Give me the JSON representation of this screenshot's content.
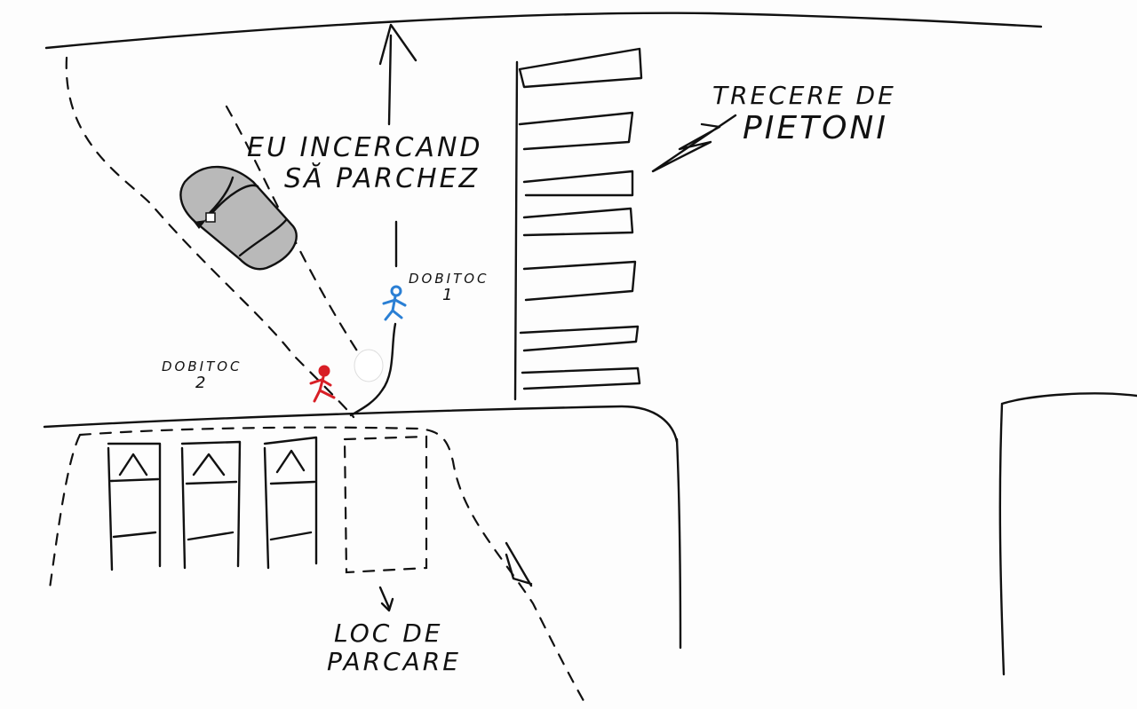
{
  "labels": {
    "me_line1": "EU INCERCAND",
    "me_line2": "SĂ PARCHEZ",
    "crosswalk_line1": "TRECERE DE",
    "crosswalk_line2": "PIETONI",
    "idiot1_line1": "DOBITOC",
    "idiot1_line2": "1",
    "idiot2_line1": "DOBITOC",
    "idiot2_line2": "2",
    "parking_line1": "LOC DE",
    "parking_line2": "PARCARE"
  },
  "colors": {
    "ink": "#111111",
    "car_fill": "#b9b9b9",
    "pedestrian_1": "#2a7fd4",
    "pedestrian_2": "#d81f26"
  },
  "icons": {
    "car": "car-top-view-icon",
    "pedestrian_1": "stick-figure-icon",
    "pedestrian_2": "stick-figure-icon"
  }
}
